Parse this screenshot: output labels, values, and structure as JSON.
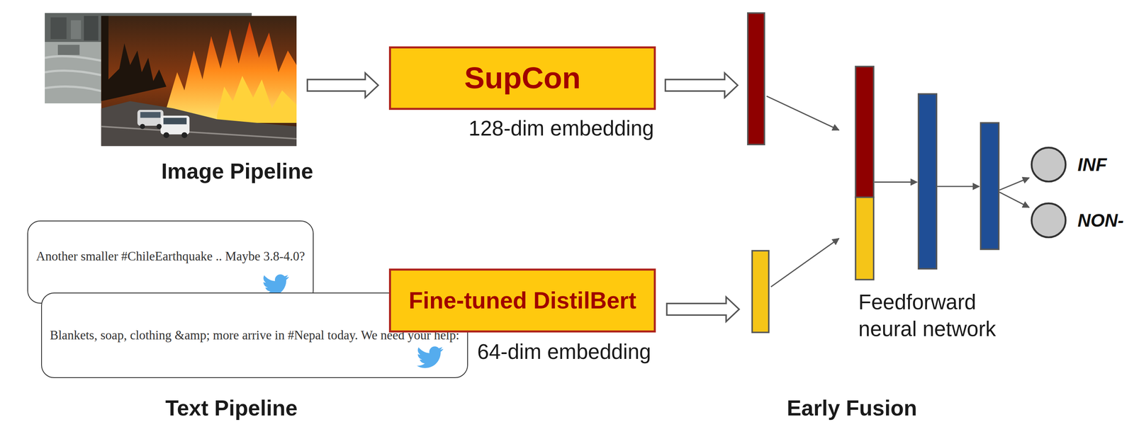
{
  "diagram": {
    "nodes": [
      {
        "text": [
          "SupCon"
        ]
      },
      {
        "text": [
          "Another smaller #ChileEarthquake .. Maybe 3.8-4.0?"
        ]
      },
      {
        "text": [
          "Blankets, soap, clothing &amp; more arrive in #Nepal today. We need your help:"
        ]
      },
      {
        "text": [
          "Fine-tuned DistilBert"
        ]
      },
      {
        "text": [
          "INF"
        ]
      },
      {
        "text": [
          "NON-"
        ]
      }
    ],
    "edges": [
      {
        "from": 2,
        "to": 3,
        "arrow": "to"
      }
    ],
    "labels": [
      "Image Pipeline",
      "128-dim embedding",
      "Text Pipeline",
      "64-dim embedding",
      "Feedforward neural network",
      "Early Fusion"
    ]
  }
}
